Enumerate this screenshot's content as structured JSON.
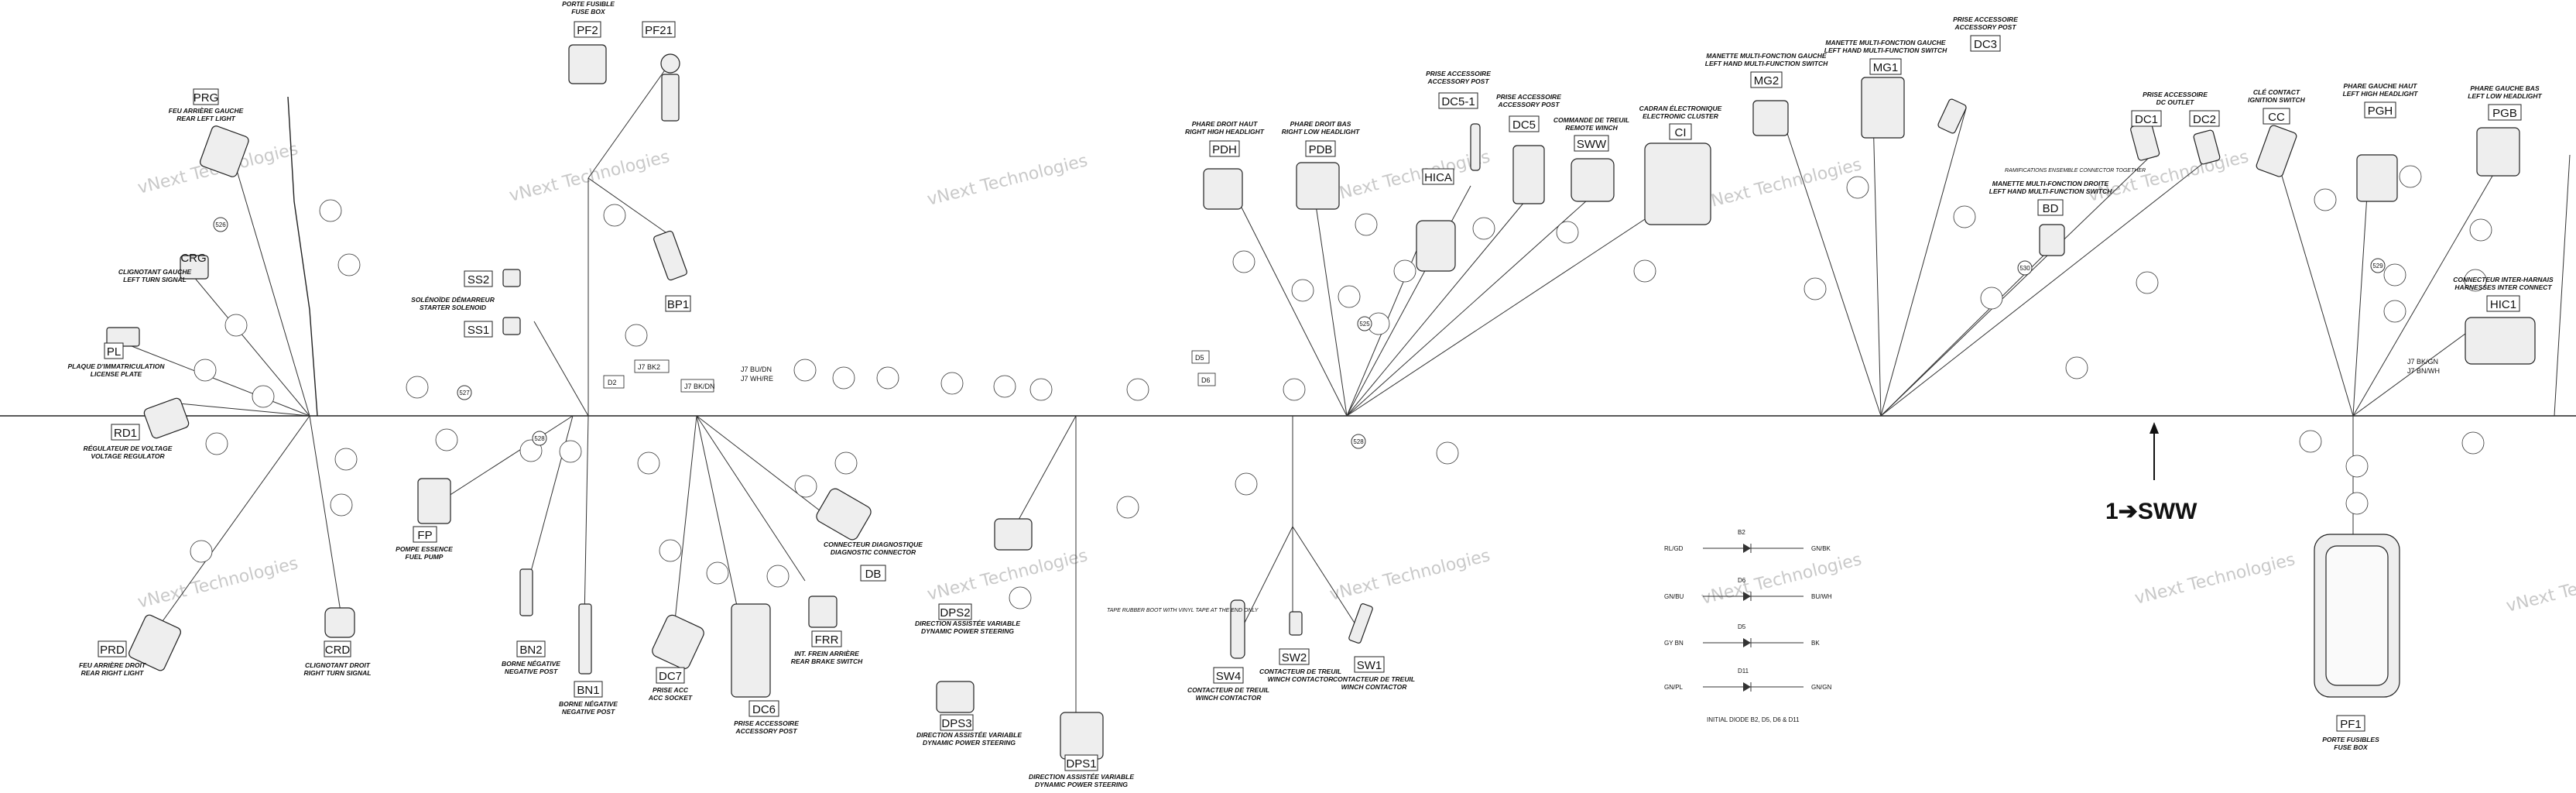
{
  "watermark": "vNext Technologies",
  "swap_ref": "1➔SWW",
  "diode_caption": "INITIAL DIODE B2, D5, D6 & D11",
  "diodes": [
    {
      "code": "B2",
      "left": "RL/GD",
      "right": "GN/BK"
    },
    {
      "code": "D6",
      "left": "GN/BU",
      "right": "BU/WH"
    },
    {
      "code": "D5",
      "left": "GY BN",
      "right": "BK"
    },
    {
      "code": "D11",
      "left": "GN/PL",
      "right": "GN/GN"
    }
  ],
  "callouts": [
    "526",
    "528",
    "530",
    "527",
    "525",
    "528",
    "529"
  ],
  "components": [
    {
      "code": "PRG",
      "l1": "FEU ARRIÈRE GAUCHE",
      "l2": "REAR LEFT LIGHT"
    },
    {
      "code": "CRG",
      "l1": "CLIGNOTANT GAUCHE",
      "l2": "LEFT TURN SIGNAL"
    },
    {
      "code": "PL",
      "l1": "PLAQUE D'IMMATRICULATION",
      "l2": "LICENSE PLATE"
    },
    {
      "code": "RD1",
      "l1": "RÉGULATEUR DE VOLTAGE",
      "l2": "VOLTAGE REGULATOR"
    },
    {
      "code": "PRD",
      "l1": "FEU ARRIÈRE DROIT",
      "l2": "REAR RIGHT LIGHT"
    },
    {
      "code": "CRD",
      "l1": "CLIGNOTANT DROIT",
      "l2": "RIGHT TURN SIGNAL"
    },
    {
      "code": "PF2",
      "l1": "PORTE FUSIBLE",
      "l2": "FUSE BOX"
    },
    {
      "code": "PF21",
      "l1": "",
      "l2": ""
    },
    {
      "code": "SS2",
      "l1": "",
      "l2": ""
    },
    {
      "code": "SS1",
      "l1": "SOLÉNOÏDE DÉMARREUR",
      "l2": "STARTER SOLENOID"
    },
    {
      "code": "BP1",
      "l1": "",
      "l2": ""
    },
    {
      "code": "FP",
      "l1": "POMPE ESSENCE",
      "l2": "FUEL PUMP"
    },
    {
      "code": "BN2",
      "l1": "BORNE NÉGATIVE",
      "l2": "NEGATIVE POST"
    },
    {
      "code": "BN1",
      "l1": "BORNE NÉGATIVE",
      "l2": "NEGATIVE POST"
    },
    {
      "code": "DC7",
      "l1": "PRISE ACC",
      "l2": "ACC SOCKET"
    },
    {
      "code": "DC6",
      "l1": "PRISE ACCESSOIRE",
      "l2": "ACCESSORY POST"
    },
    {
      "code": "FRR",
      "l1": "INT. FREIN ARRIÈRE",
      "l2": "REAR BRAKE SWITCH"
    },
    {
      "code": "DB",
      "l1": "CONNECTEUR DIAGNOSTIQUE",
      "l2": "DIAGNOSTIC CONNECTOR"
    },
    {
      "code": "DPS2",
      "l1": "DIRECTION ASSISTÉE VARIABLE",
      "l2": "DYNAMIC POWER STEERING"
    },
    {
      "code": "DPS3",
      "l1": "DIRECTION ASSISTÉE VARIABLE",
      "l2": "DYNAMIC POWER STEERING"
    },
    {
      "code": "DPS1",
      "l1": "DIRECTION ASSISTÉE VARIABLE",
      "l2": "DYNAMIC POWER STEERING"
    },
    {
      "code": "SW4",
      "l1": "CONTACTEUR DE TREUIL",
      "l2": "WINCH CONTACTOR"
    },
    {
      "code": "SW2",
      "l1": "CONTACTEUR DE TREUIL",
      "l2": "WINCH CONTACTOR"
    },
    {
      "code": "SW1",
      "l1": "CONTACTEUR DE TREUIL",
      "l2": "WINCH CONTACTOR"
    },
    {
      "code": "PDH",
      "l1": "PHARE DROIT HAUT",
      "l2": "RIGHT HIGH HEADLIGHT"
    },
    {
      "code": "PDB",
      "l1": "PHARE DROIT BAS",
      "l2": "RIGHT LOW HEADLIGHT"
    },
    {
      "code": "HICA",
      "l1": "",
      "l2": ""
    },
    {
      "code": "DC5-1",
      "l1": "PRISE ACCESSOIRE",
      "l2": "ACCESSORY POST"
    },
    {
      "code": "DC5",
      "l1": "PRISE ACCESSOIRE",
      "l2": "ACCESSORY POST"
    },
    {
      "code": "SWW",
      "l1": "COMMANDE DE TREUIL",
      "l2": "REMOTE WINCH"
    },
    {
      "code": "CI",
      "l1": "CADRAN ÉLECTRONIQUE",
      "l2": "ELECTRONIC CLUSTER"
    },
    {
      "code": "MG2",
      "l1": "MANETTE MULTI-FONCTION GAUCHE",
      "l2": "LEFT HAND MULTI-FUNCTION SWITCH"
    },
    {
      "code": "MG1",
      "l1": "MANETTE MULTI-FONCTION GAUCHE",
      "l2": "LEFT HAND MULTI-FUNCTION SWITCH"
    },
    {
      "code": "DC3",
      "l1": "PRISE ACCESSOIRE",
      "l2": "ACCESSORY POST"
    },
    {
      "code": "BD",
      "l1": "MANETTE MULTI-FONCTION DROITE",
      "l2": "LEFT HAND MULTI-FUNCTION SWITCH"
    },
    {
      "code": "DC1",
      "l1": "PRISE ACCESSOIRE",
      "l2": "DC OUTLET"
    },
    {
      "code": "DC2",
      "l1": "",
      "l2": ""
    },
    {
      "code": "CC",
      "l1": "CLÉ CONTACT",
      "l2": "IGNITION SWITCH"
    },
    {
      "code": "PGH",
      "l1": "PHARE GAUCHE HAUT",
      "l2": "LEFT HIGH HEADLIGHT"
    },
    {
      "code": "PGB",
      "l1": "PHARE GAUCHE BAS",
      "l2": "LEFT LOW HEADLIGHT"
    },
    {
      "code": "HIC1",
      "l1": "CONNECTEUR INTER-HARNAIS",
      "l2": "HARNESSES INTER CONNECT"
    },
    {
      "code": "PF1",
      "l1": "PORTE FUSIBLES",
      "l2": "FUSE BOX"
    }
  ],
  "splices": [
    "D2",
    "J7 BK2",
    "J7 BK/DN",
    "J7 BU/DN",
    "J7 WH/RE",
    "D5",
    "D6",
    "J7 BK/GN",
    "J7 BN/WH"
  ],
  "branch_labels": [
    "RAMIFICATIONS ENSEMBLE CONNECTOR TOGETHER",
    "TAPE RUBBER BOOT WITH VINYL TAPE AT THE END ONLY"
  ]
}
